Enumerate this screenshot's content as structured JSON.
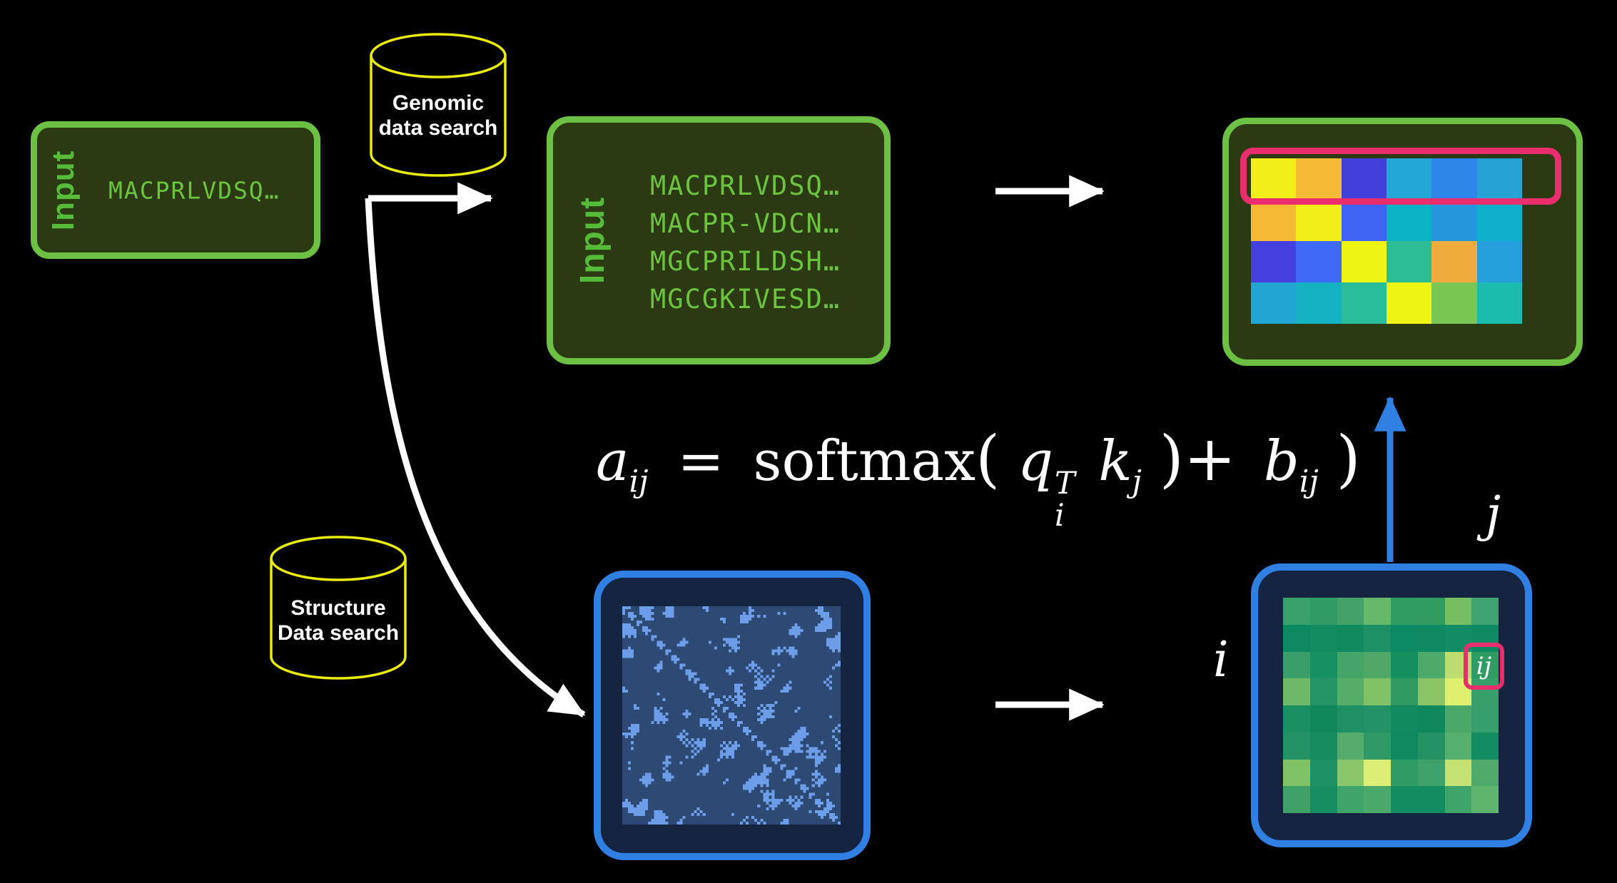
{
  "palette": {
    "background": "#000000",
    "green_border": "#6cc044",
    "green_fill": "#2b3a13",
    "green_label": "#55bb39",
    "sequence_text": "#6cc43e",
    "cylinder_yellow": "#e9ec0c",
    "arrow_white": "#ffffff",
    "highlight_pink": "#e92d6d",
    "blue_border": "#2f80e2",
    "navy_fill": "#152441",
    "contact_map_base": "#2d4a75",
    "contact_map_dot": "#6d9de8"
  },
  "query_box": {
    "label": "Input",
    "sequence": "MACPRLVDSQ…"
  },
  "genomic_db": {
    "line1": "Genomic",
    "line2": "data search"
  },
  "structure_db": {
    "line1": "Structure",
    "line2": "Data search"
  },
  "msa_box": {
    "label": "Input",
    "sequences": [
      "MACPRLVDSQ…",
      "MACPR-VDCN…",
      "MGCPRILDSH…",
      "MGCGKIVESD…"
    ]
  },
  "formula": {
    "lhs": "a",
    "lhs_sub": "ij",
    "eq": "=",
    "func": "softmax",
    "open_paren": "(",
    "q": "q",
    "q_sup": "T",
    "q_sub": "i",
    "k": "k",
    "k_sub": "j",
    "close_paren_plus": ")+",
    "bias": "b",
    "bias_sub": "ij",
    "close_paren": ")"
  },
  "attention_matrix": {
    "rows": 4,
    "cols": 6,
    "highlighted_row": 1,
    "cells": [
      [
        "#f2ee18",
        "#f6ba36",
        "#4340da",
        "#23a7d7",
        "#2e86e8",
        "#26a3d4"
      ],
      [
        "#f6ba36",
        "#f2ee18",
        "#3f63f2",
        "#0cb3c5",
        "#2596dc",
        "#0fb0c9"
      ],
      [
        "#4640e0",
        "#3e6af5",
        "#eef414",
        "#2cbd94",
        "#efab3c",
        "#25a0dc"
      ],
      [
        "#23a5d4",
        "#14b2c3",
        "#2abd9c",
        "#eef414",
        "#7ac653",
        "#1bbcae"
      ]
    ]
  },
  "pair_matrix": {
    "rows": 8,
    "cols": 8,
    "row_label": "i",
    "col_label": "j",
    "highlight_label": "ij",
    "highlight_row": 3,
    "highlight_col": 8,
    "cells": [
      [
        "#3aa06c",
        "#2f9c66",
        "#44a269",
        "#66b86b",
        "#2f9c62",
        "#319c60",
        "#76be62",
        "#3fa471"
      ],
      [
        "#0e8a62",
        "#128c60",
        "#108a5e",
        "#1e9066",
        "#0c8a64",
        "#0e8a62",
        "#128c64",
        "#0e8a62"
      ],
      [
        "#3a9e6a",
        "#179062",
        "#45a468",
        "#4fa866",
        "#129060",
        "#4eaa6a",
        "#bcdc6e",
        "#2f9c64"
      ],
      [
        "#6cba68",
        "#259466",
        "#55ae68",
        "#81c266",
        "#2f9a62",
        "#8bc464",
        "#dff06e",
        "#37a06a"
      ],
      [
        "#1a8f62",
        "#10885c",
        "#1f9064",
        "#239266",
        "#128a60",
        "#0f885e",
        "#4aa86a",
        "#35a06c"
      ],
      [
        "#259266",
        "#178c60",
        "#55ac6c",
        "#2f9a66",
        "#0f8a60",
        "#259266",
        "#55b06e",
        "#128c62"
      ],
      [
        "#7fc268",
        "#1d9064",
        "#89c76a",
        "#ddee77",
        "#2f9c66",
        "#3fa26a",
        "#c4e273",
        "#4faa6c"
      ],
      [
        "#3fa068",
        "#178e62",
        "#3fa46a",
        "#49a86a",
        "#128c60",
        "#128c60",
        "#3fa46a",
        "#5fb46e"
      ]
    ]
  }
}
